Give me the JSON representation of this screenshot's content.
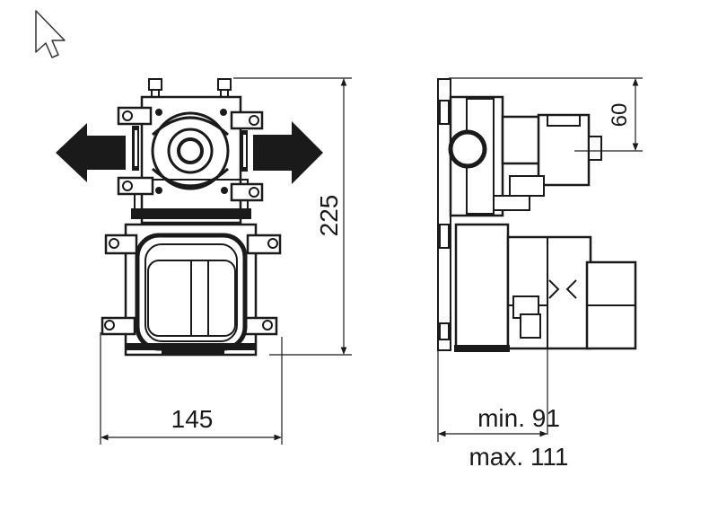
{
  "cursor": {
    "icon": "arrow-cursor-icon"
  },
  "front_view": {
    "width_dim": "145",
    "height_dim": "225",
    "arrow_icons": [
      "arrow-left-icon",
      "arrow-right-icon"
    ]
  },
  "side_view": {
    "top_dim": "60",
    "depth_min": "min. 91",
    "depth_max": "max. 111"
  },
  "colors": {
    "line": "#1a1a1a",
    "background": "#ffffff"
  }
}
